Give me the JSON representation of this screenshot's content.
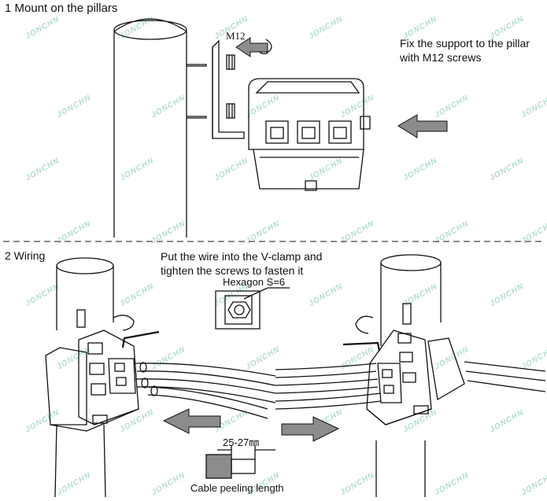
{
  "steps": {
    "mount_title": "1  Mount on the pillars",
    "wiring_title": "2  Wiring"
  },
  "notes": {
    "fix_support": "Fix the support to the pillar with M12 screws",
    "wire_vclamp": "Put the wire into the V-clamp and tighten the screws to fasten it",
    "hexagon": "Hexagon S=6",
    "screw_size": "M12",
    "peel_length": "25-27㎜",
    "peel_caption": "Cable peeling length"
  },
  "watermark": {
    "text": "JONCHN",
    "color": "#9fd6c0"
  },
  "colors": {
    "line": "#111111",
    "arrow_fill": "#8c8c8c",
    "dash": "#444444"
  },
  "icons": [
    "pillar",
    "bracket",
    "screw",
    "rotation-arrow",
    "push-arrow",
    "clamp-box",
    "hex-key",
    "cable"
  ]
}
